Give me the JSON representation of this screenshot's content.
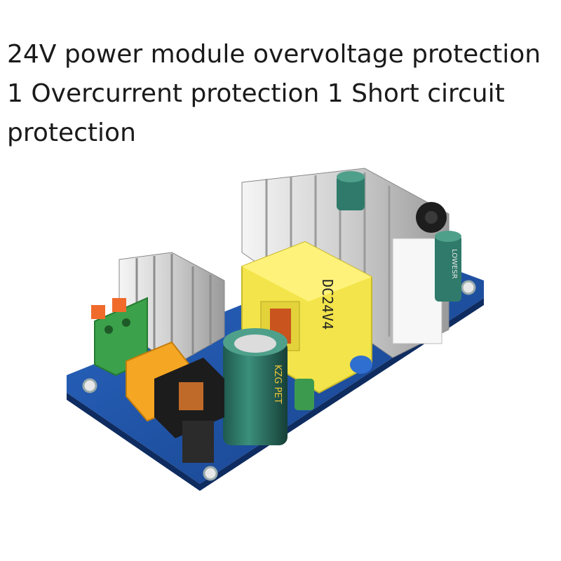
{
  "caption": {
    "text": "24V power module overvoltage protection 1 Overcurrent protection 1 Short circuit protection"
  },
  "photo": {
    "subject": "pcb-board",
    "transformer_marking": "DC24V4",
    "capacitor_marking": "KZG PET",
    "capacitor_side_text": "LOWESR",
    "colors": {
      "pcb": "#1f55a8",
      "heatsink": "#d9d9d9",
      "transformer": "#f2e44a",
      "capacitor": "#2f7a6a",
      "terminal": "#3ba14a",
      "terminal_screw": "#f06a2b",
      "fuse": "#f5a623"
    }
  }
}
